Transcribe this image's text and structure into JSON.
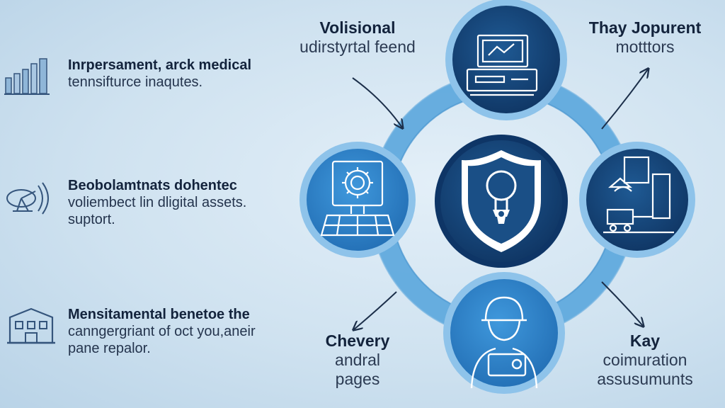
{
  "legend": [
    {
      "line1": "Inrpersament, arck medical",
      "line2": "tennsifturce inaqutes.",
      "line3": "",
      "icon": "bar-chart-icon"
    },
    {
      "line1": "Beobolamtnats dohentec",
      "line2": "voliembect lin dligital assets.",
      "line3": "suptort.",
      "icon": "satellite-dish-icon"
    },
    {
      "line1": "Mensitamental benetoe the",
      "line2": "canngergriant of oct you,aneir",
      "line3": "pane repalor.",
      "icon": "building-icon"
    }
  ],
  "nodes": {
    "top": {
      "line1": "Volisional",
      "line2": "udirstyrtal feend",
      "icon": "computer-workstation-icon"
    },
    "top_right": {
      "line1": "Thay Jopurent",
      "line2": "motttors",
      "icon": ""
    },
    "right": {
      "icon": "machinery-icon"
    },
    "left": {
      "icon": "gear-monitor-icon"
    },
    "bottom": {
      "icon": "worker-icon"
    },
    "bottom_left": {
      "line1": "Chevery",
      "line2": "andral",
      "line3": "pages"
    },
    "bottom_right": {
      "line1": "Kay",
      "line2": "coimuration",
      "line3": "assusumunts"
    },
    "center": {
      "icon": "shield-lightbulb-icon"
    }
  },
  "colors": {
    "ring": "#5aa6dd",
    "node_dark": "#133f73",
    "node_light": "#2f86cf",
    "center": "#12396a",
    "background": "#cfe2f0"
  }
}
